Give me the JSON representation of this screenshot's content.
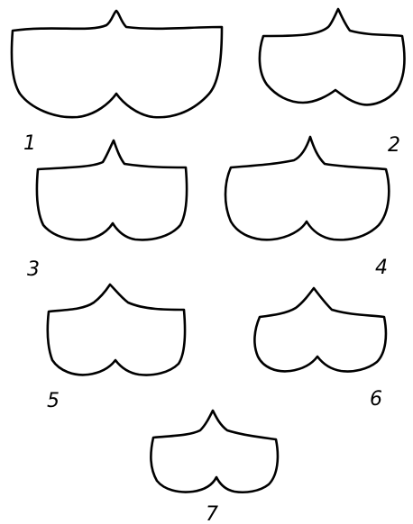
{
  "figure": {
    "labels": [
      "1",
      "2",
      "3",
      "4",
      "5",
      "6",
      "7"
    ]
  },
  "colors": {
    "stroke": "#000000",
    "background": "#ffffff"
  }
}
